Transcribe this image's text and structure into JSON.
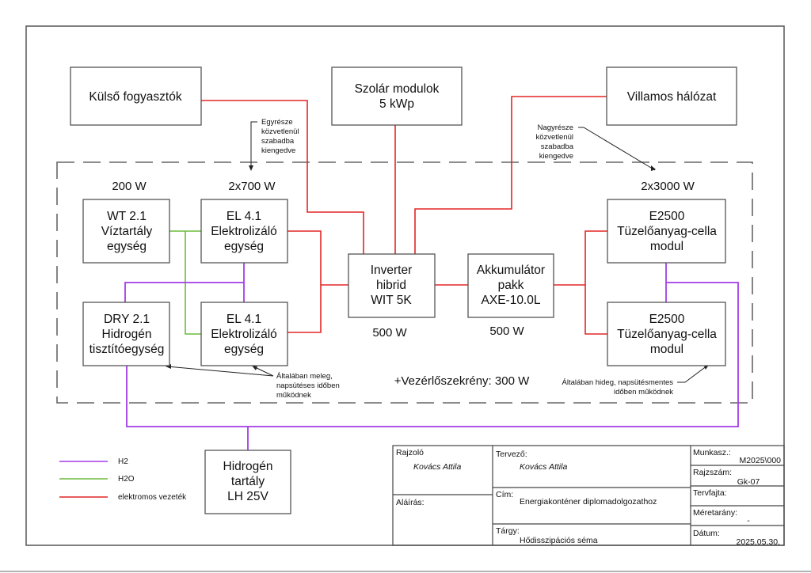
{
  "diagram": {
    "colors": {
      "h2": "#a43ce6",
      "h2o": "#6cbb3c",
      "electric": "#e32626"
    },
    "external": {
      "consumers": {
        "lines": [
          "Külső fogyasztók"
        ]
      },
      "solar": {
        "lines": [
          "Szolár modulok",
          "5 kWp"
        ]
      },
      "grid": {
        "lines": [
          "Villamos hálózat"
        ]
      }
    },
    "units": {
      "water_tank": {
        "lines": [
          "WT 2.1",
          "Víztartály",
          "egység"
        ],
        "power": "200 W"
      },
      "electrolyzer_1": {
        "lines": [
          "EL 4.1",
          "Elektrolizáló",
          "egység"
        ],
        "power": "2x700 W"
      },
      "electrolyzer_2": {
        "lines": [
          "EL 4.1",
          "Elektrolizáló",
          "egység"
        ]
      },
      "dryer": {
        "lines": [
          "DRY 2.1",
          "Hidrogén",
          "tisztítóegység"
        ]
      },
      "inverter": {
        "lines": [
          "Inverter",
          "hibrid",
          "WIT 5K"
        ],
        "power": "500 W"
      },
      "battery": {
        "lines": [
          "Akkumulátor",
          "pakk",
          "AXE-10.0L"
        ],
        "power": "500 W"
      },
      "fuel_cell_1": {
        "lines": [
          "E2500",
          "Tüzelőanyag-cella",
          "modul"
        ],
        "power": "2x3000 W"
      },
      "fuel_cell_2": {
        "lines": [
          "E2500",
          "Tüzelőanyag-cella",
          "modul"
        ]
      },
      "h2_tank": {
        "lines": [
          "Hidrogén",
          "tartály",
          "LH 25V"
        ]
      }
    },
    "control_cabinet": "+Vezérlőszekrény: 300 W",
    "notes": {
      "left_vent": [
        "Egyrésze",
        "közvetlenül",
        "szabadba",
        "kiengedve"
      ],
      "right_vent": [
        "Nagyrésze",
        "közvetlenül",
        "szabadba",
        "kiengedve"
      ],
      "warm": [
        "Általában meleg,",
        "napsütéses időben",
        "működnek"
      ],
      "cold": [
        "Általában hideg, napsütésmentes",
        "időben működnek"
      ]
    },
    "legend": [
      {
        "label": "H2",
        "color": "#a43ce6"
      },
      {
        "label": "H2O",
        "color": "#6cbb3c"
      },
      {
        "label": "elektromos vezeték",
        "color": "#e32626"
      }
    ]
  },
  "title_block": {
    "drawer_label": "Rajzoló",
    "drawer_value": "Kovács Attila",
    "signature_label": "Aláírás:",
    "designer_label": "Tervező:",
    "designer_value": "Kovács Attila",
    "title_label": "Cím:",
    "title_value": "Energiakonténer diplomadolgozathoz",
    "subject_label": "Tárgy:",
    "subject_value": "Hődisszipációs séma",
    "work_no_label": "Munkasz.:",
    "work_no_value": "M2025\\000",
    "drawing_no_label": "Rajzszám:",
    "drawing_no_value": "Gk-07",
    "plan_type_label": "Tervfajta:",
    "plan_type_value": "",
    "scale_label": "Méretarány:",
    "scale_value": "-",
    "date_label": "Dátum:",
    "date_value": "2025.05.30."
  }
}
